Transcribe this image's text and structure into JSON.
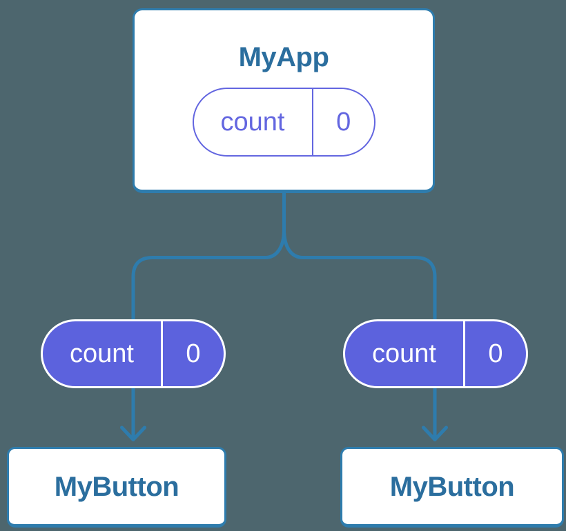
{
  "colors": {
    "bg": "#4D666E",
    "line": "#2E7CAD",
    "boxtext": "#2B6E9E",
    "purplefill": "#5C62DD",
    "purpleoutline": "#6366E0",
    "white": "#FFFFFF"
  },
  "diagram": {
    "type": "react-component-tree",
    "root": {
      "title": "MyApp",
      "state": {
        "name": "count",
        "value": "0"
      }
    },
    "children": [
      {
        "title": "MyButton",
        "prop": {
          "name": "count",
          "value": "0"
        }
      },
      {
        "title": "MyButton",
        "prop": {
          "name": "count",
          "value": "0"
        }
      }
    ]
  }
}
